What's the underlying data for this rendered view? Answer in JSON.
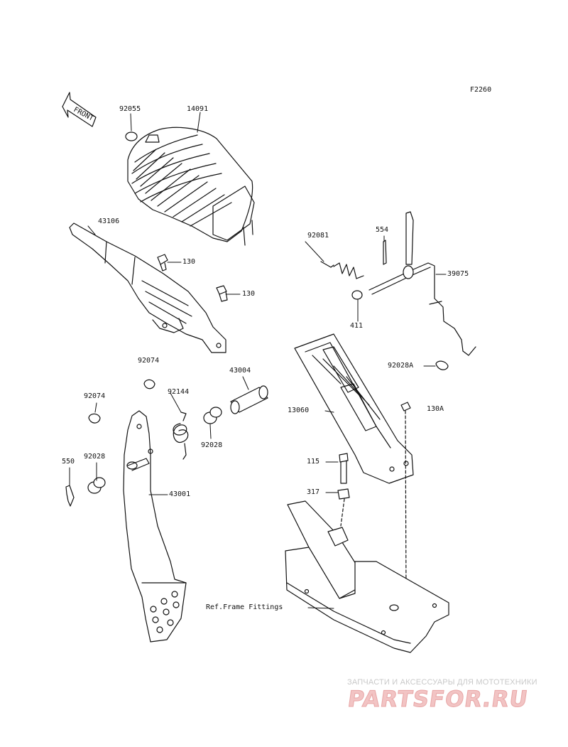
{
  "diagram": {
    "code": "F2260",
    "front_label": "FRONT",
    "labels": {
      "p92055": "92055",
      "p14091": "14091",
      "p43106": "43106",
      "p130a": "130",
      "p130b": "130",
      "p92074a": "92074",
      "p92074b": "92074",
      "p92144": "92144",
      "p43004": "43004",
      "p92028a": "92028",
      "p92028b": "92028",
      "p550": "550",
      "p43001": "43001",
      "p92081": "92081",
      "p554": "554",
      "p39075": "39075",
      "p411": "411",
      "p92028B": "92028A",
      "p13060": "13060",
      "p130A": "130A",
      "p115": "115",
      "p317": "317",
      "ref_frame": "Ref.Frame Fittings"
    }
  },
  "watermark": {
    "tagline": "ЗАПЧАСТИ И АКСЕССУАРЫ ДЛЯ МОТОТЕХНИКИ",
    "logo": "PARTSFOR.RU"
  }
}
